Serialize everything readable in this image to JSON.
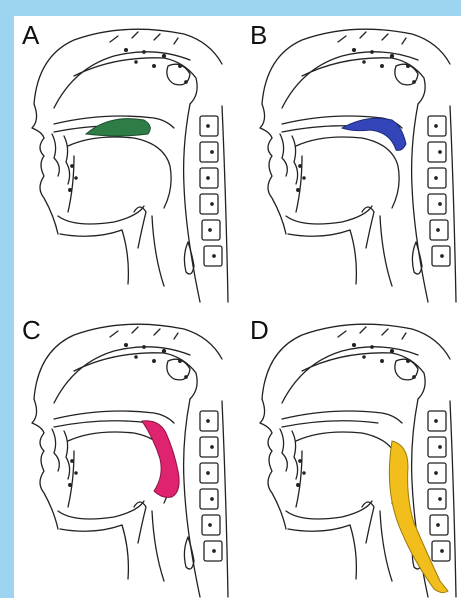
{
  "panels": [
    {
      "label": "A",
      "highlight": "#2e7d46",
      "region": "soft-palate"
    },
    {
      "label": "B",
      "highlight": "#3345b8",
      "region": "palate-velum"
    },
    {
      "label": "C",
      "highlight": "#e0236e",
      "region": "velopharynx"
    },
    {
      "label": "D",
      "highlight": "#f2be1c",
      "region": "pharynx-larynx"
    }
  ],
  "colors": {
    "background": "#9dd4f2",
    "ink": "#222222"
  }
}
